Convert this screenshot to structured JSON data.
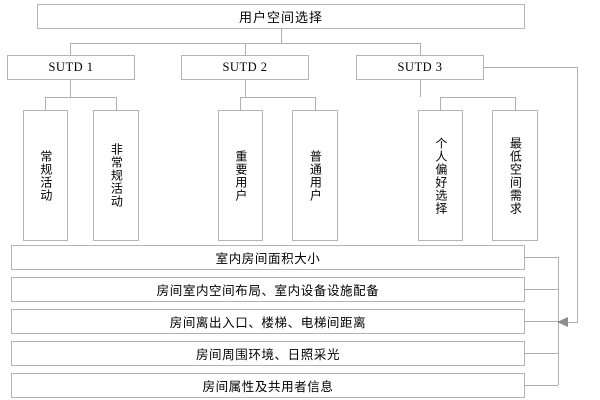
{
  "diagram": {
    "title_box": {
      "label": "用户空间选择"
    },
    "level2": [
      {
        "label": "SUTD 1"
      },
      {
        "label": "SUTD 2"
      },
      {
        "label": "SUTD 3"
      }
    ],
    "level3": [
      {
        "label": "常规活动",
        "parent": "SUTD 1"
      },
      {
        "label": "非常规活动",
        "parent": "SUTD 1"
      },
      {
        "label": "重要用户",
        "parent": "SUTD 2"
      },
      {
        "label": "普通用户",
        "parent": "SUTD 2"
      },
      {
        "label": "个人偏好选择",
        "parent": "SUTD 3"
      },
      {
        "label": "最低空间需求",
        "parent": "SUTD 3"
      }
    ],
    "attributes": [
      {
        "label": "室内房间面积大小"
      },
      {
        "label": "房间室内空间布局、室内设备设施配备"
      },
      {
        "label": "房间离出入口、楼梯、电梯间距离"
      },
      {
        "label": "房间周围环境、日照采光"
      },
      {
        "label": "房间属性及共用者信息"
      }
    ],
    "colors": {
      "border": "#b4b4b4",
      "connector": "#b0b0b0",
      "arrow": "#8d8d8d",
      "background": "#ffffff",
      "text": "#000000"
    }
  }
}
